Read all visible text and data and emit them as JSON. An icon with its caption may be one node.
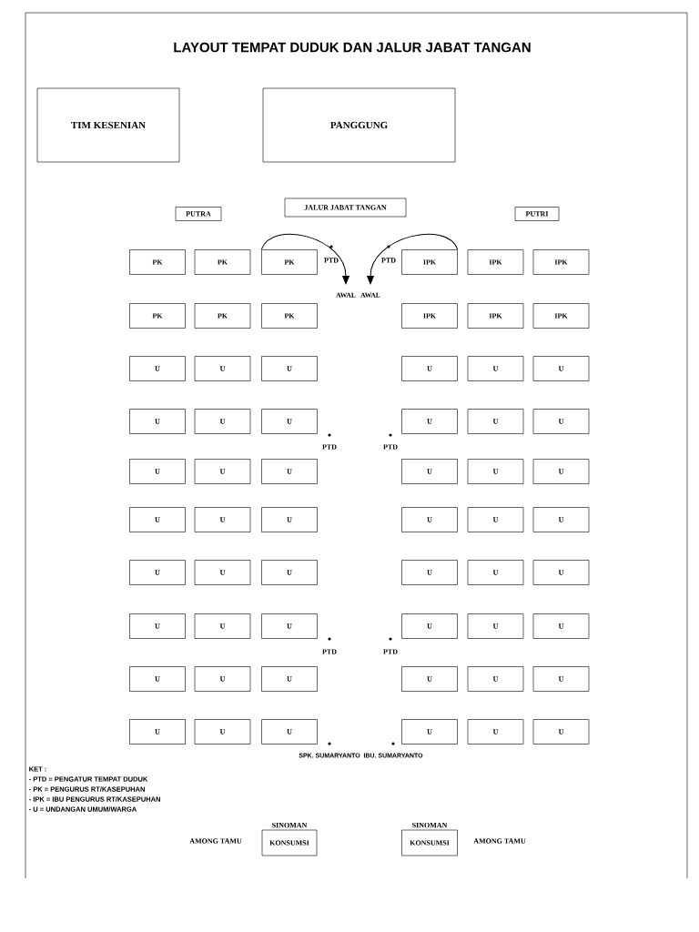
{
  "diagram": {
    "title": "LAYOUT TEMPAT DUDUK DAN JALUR JABAT TANGAN",
    "nodes": [
      {
        "text": [
          "TIM KESENIAN"
        ]
      },
      {
        "text": [
          "PANGGUNG"
        ]
      },
      {
        "text": [
          "PUTRA"
        ]
      },
      {
        "text": [
          "JALUR JABAT TANGAN"
        ]
      },
      {
        "text": [
          "PUTRI"
        ]
      },
      {
        "text": [
          "PK"
        ]
      },
      {
        "text": [
          "PK"
        ]
      },
      {
        "text": [
          "PK"
        ]
      },
      {
        "text": [
          "IPK"
        ]
      },
      {
        "text": [
          "IPK"
        ]
      },
      {
        "text": [
          "IPK"
        ]
      },
      {
        "text": [
          "AWAL"
        ]
      },
      {
        "text": [
          "AWAL"
        ]
      },
      {
        "text": [
          "PK"
        ]
      },
      {
        "text": [
          "PK"
        ]
      },
      {
        "text": [
          "PK"
        ]
      },
      {
        "text": [
          "IPK"
        ]
      },
      {
        "text": [
          "IPK"
        ]
      },
      {
        "text": [
          "IPK"
        ]
      },
      {
        "text": [
          "U"
        ]
      },
      {
        "text": [
          "U"
        ]
      },
      {
        "text": [
          "U"
        ]
      },
      {
        "text": [
          "U"
        ]
      },
      {
        "text": [
          "U"
        ]
      },
      {
        "text": [
          "U"
        ]
      },
      {
        "text": [
          "U"
        ]
      },
      {
        "text": [
          "U"
        ]
      },
      {
        "text": [
          "U"
        ]
      },
      {
        "text": [
          "U"
        ]
      },
      {
        "text": [
          "U"
        ]
      },
      {
        "text": [
          "U"
        ]
      },
      {
        "text": [
          "U"
        ]
      },
      {
        "text": [
          "U"
        ]
      },
      {
        "text": [
          "U"
        ]
      },
      {
        "text": [
          "U"
        ]
      },
      {
        "text": [
          "U"
        ]
      },
      {
        "text": [
          "U"
        ]
      },
      {
        "text": [
          "U"
        ]
      },
      {
        "text": [
          "U"
        ]
      },
      {
        "text": [
          "U"
        ]
      },
      {
        "text": [
          "U"
        ]
      },
      {
        "text": [
          "U"
        ]
      },
      {
        "text": [
          "U"
        ]
      },
      {
        "text": [
          "U"
        ]
      },
      {
        "text": [
          "U"
        ]
      },
      {
        "text": [
          "U"
        ]
      },
      {
        "text": [
          "U"
        ]
      },
      {
        "text": [
          "U"
        ]
      },
      {
        "text": [
          "U"
        ]
      },
      {
        "text": [
          "U"
        ]
      },
      {
        "text": [
          "U"
        ]
      },
      {
        "text": [
          "U"
        ]
      },
      {
        "text": [
          "U"
        ]
      },
      {
        "text": [
          "U"
        ]
      },
      {
        "text": [
          "U"
        ]
      },
      {
        "text": [
          "U"
        ]
      },
      {
        "text": [
          "U"
        ]
      },
      {
        "text": [
          "U"
        ]
      },
      {
        "text": [
          "U"
        ]
      },
      {
        "text": [
          "U"
        ]
      },
      {
        "text": [
          "U"
        ]
      },
      {
        "text": [
          "U"
        ]
      },
      {
        "text": [
          "U"
        ]
      },
      {
        "text": [
          "U"
        ]
      },
      {
        "text": [
          "U"
        ]
      },
      {
        "text": [
          "U"
        ]
      },
      {
        "text": [
          "U"
        ]
      },
      {
        "text": [
          "SINOMAN",
          "KONSUMSI"
        ]
      },
      {
        "text": [
          "SINOMAN",
          "KONSUMSI"
        ]
      }
    ],
    "edges": [
      {
        "from": 7,
        "to": 11,
        "arrow": "to"
      },
      {
        "from": 8,
        "to": 12,
        "arrow": "to"
      }
    ],
    "labels": [
      "PTD",
      "PTD",
      "PTD",
      "PTD",
      "PTD",
      "PTD",
      "SPK. SUMARYANTO",
      "IBU. SUMARYANTO",
      "KET :",
      "- PTD = PENGATUR TEMPAT DUDUK",
      "- PK = PENGURUS RT/KASEPUHAN",
      "- IPK = IBU PENGURUS RT/KASEPUHAN",
      "- U = UNDANGAN UMUM/WARGA",
      "AMONG TAMU",
      "AMONG TAMU"
    ]
  }
}
